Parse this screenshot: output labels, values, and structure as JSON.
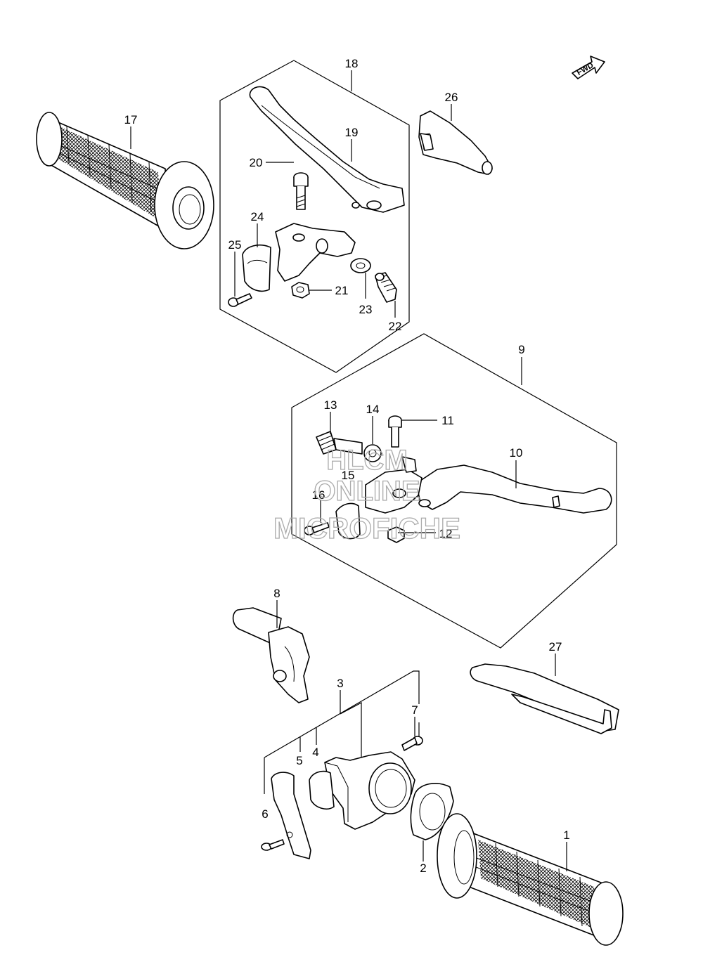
{
  "direction_badge": {
    "label": "FWD"
  },
  "watermark": {
    "line1": "HLCM",
    "line2": "ONLINE",
    "line3": "MICROFICHE"
  },
  "callouts": {
    "c1": "1",
    "c2": "2",
    "c3": "3",
    "c4": "4",
    "c5": "5",
    "c6": "6",
    "c7": "7",
    "c8": "8",
    "c9": "9",
    "c10": "10",
    "c11": "11",
    "c12": "12",
    "c13": "13",
    "c14": "14",
    "c15": "15",
    "c16": "16",
    "c17": "17",
    "c18": "18",
    "c19": "19",
    "c20": "20",
    "c21": "21",
    "c22": "22",
    "c23": "23",
    "c24": "24",
    "c25": "25",
    "c26": "26",
    "c27": "27"
  }
}
